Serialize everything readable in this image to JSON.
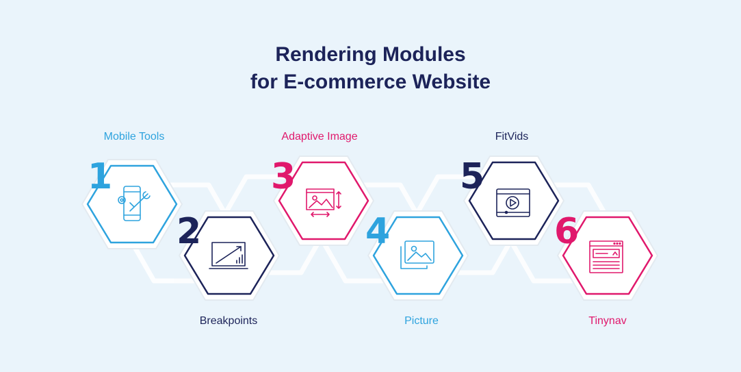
{
  "title": {
    "line1": "Rendering Modules",
    "line2": "for E-commerce Website"
  },
  "colors": {
    "background": "#eaf4fb",
    "navy": "#1c2359",
    "blue": "#2ea3de",
    "pink": "#e0186c"
  },
  "modules": [
    {
      "number": "1",
      "label": "Mobile Tools",
      "color": "#2ea3de",
      "icon": "mobile-tools-icon"
    },
    {
      "number": "2",
      "label": "Breakpoints",
      "color": "#1c2359",
      "icon": "breakpoints-icon"
    },
    {
      "number": "3",
      "label": "Adaptive Image",
      "color": "#e0186c",
      "icon": "adaptive-image-icon"
    },
    {
      "number": "4",
      "label": "Picture",
      "color": "#2ea3de",
      "icon": "picture-icon"
    },
    {
      "number": "5",
      "label": "FitVids",
      "color": "#1c2359",
      "icon": "video-icon"
    },
    {
      "number": "6",
      "label": "Tinynav",
      "color": "#e0186c",
      "icon": "browser-nav-icon"
    }
  ]
}
